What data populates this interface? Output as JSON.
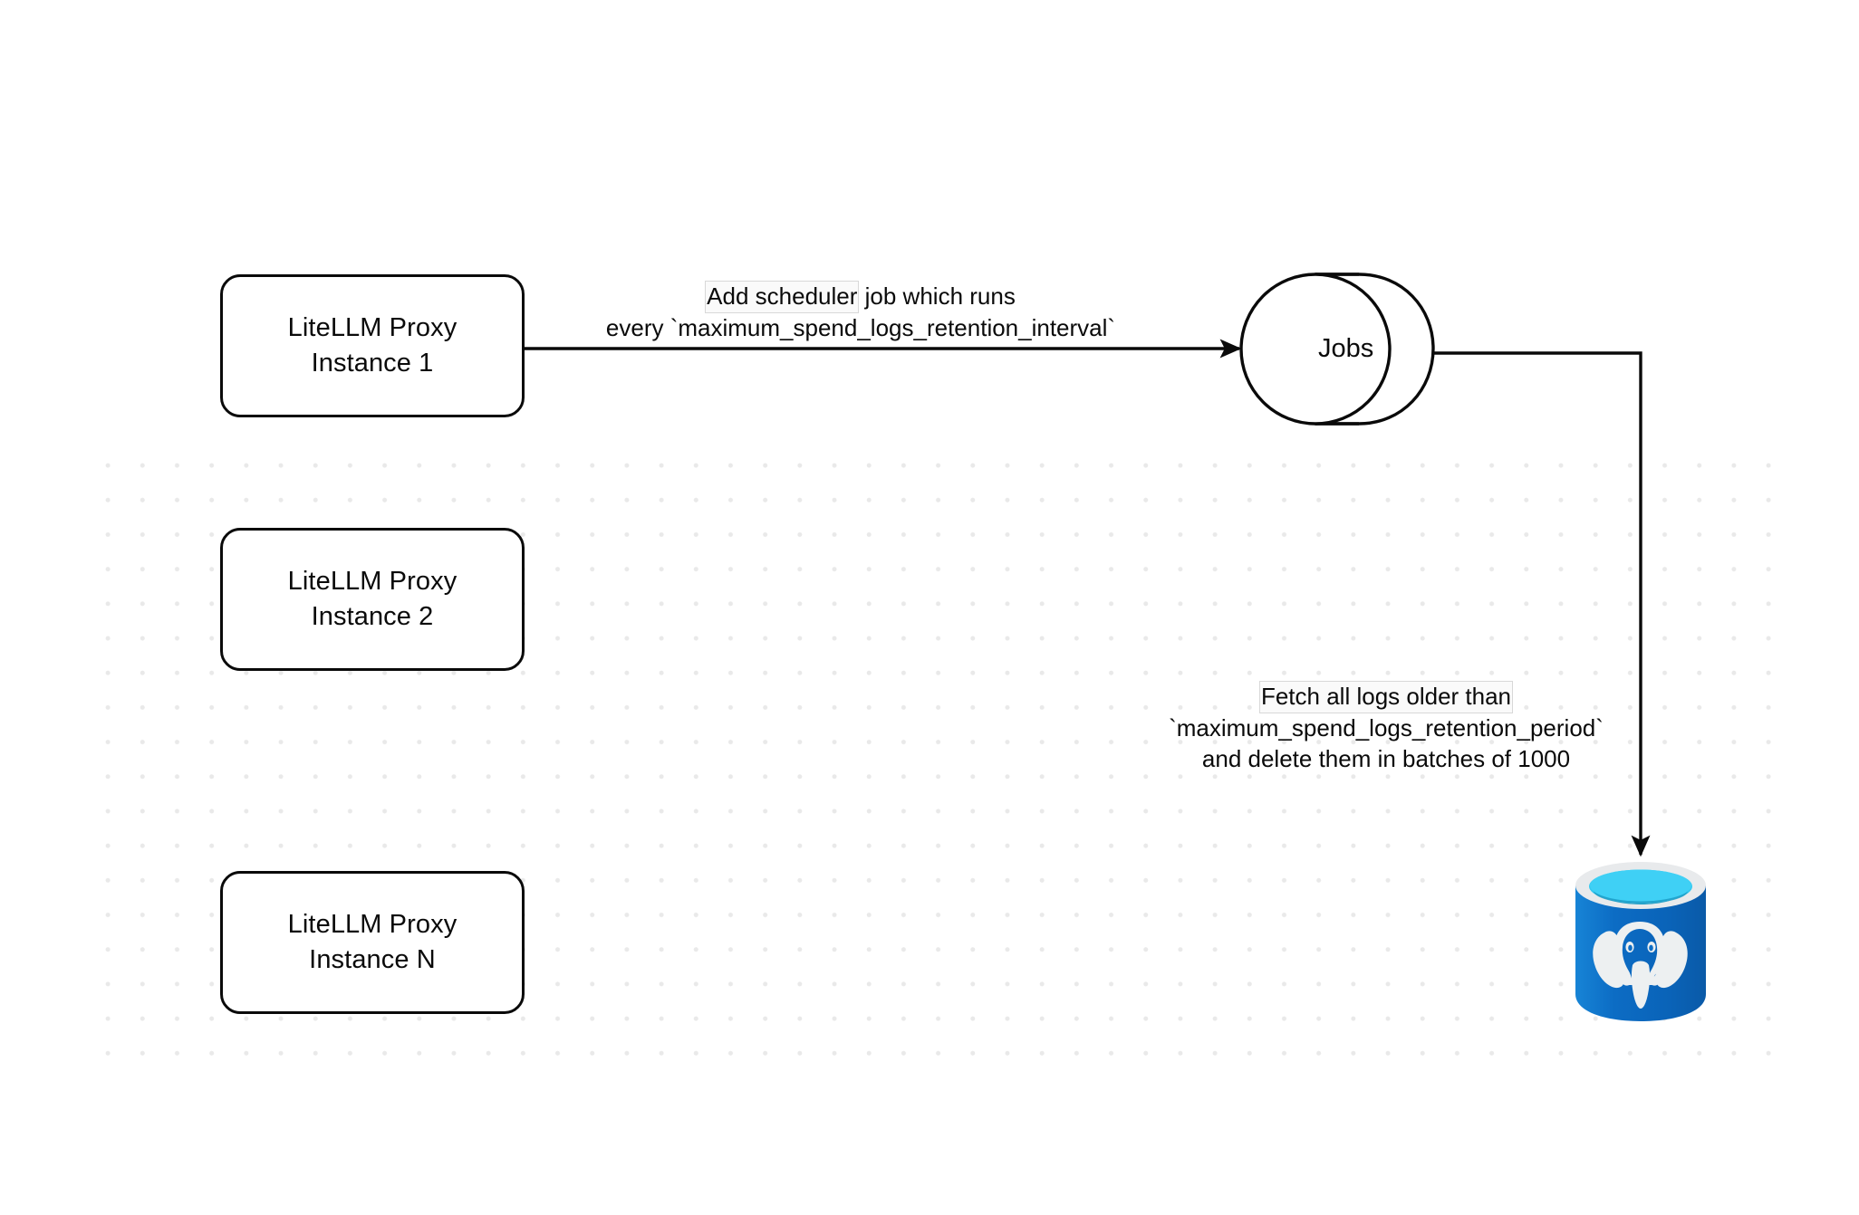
{
  "diagram": {
    "title": "LiteLLM spend-logs retention scheduler flow",
    "background": {
      "canvas_color": "#ffffff",
      "dot_color": "#e9e9e9"
    },
    "stroke_color": "#0a0a0a"
  },
  "nodes": {
    "instance_1": {
      "line1": "LiteLLM Proxy",
      "line2": "Instance 1"
    },
    "instance_2": {
      "line1": "LiteLLM Proxy",
      "line2": "Instance 2"
    },
    "instance_n": {
      "line1": "LiteLLM Proxy",
      "line2": "Instance N"
    },
    "jobs": {
      "label": "Jobs",
      "shape": "cylinder"
    },
    "database": {
      "icon": "postgresql-elephant-icon",
      "body_color": "#0c6cc4",
      "rim_color": "#e8eaec",
      "top_color": "#32c8f0"
    }
  },
  "edges": {
    "scheduler": {
      "line1": "Add scheduler job which runs",
      "line1_highlight": "Add scheduler",
      "line1_rest": " job which runs",
      "line2": "every `maximum_spend_logs_retention_interval`",
      "from": "instance_1",
      "to": "jobs"
    },
    "fetch": {
      "line1": "Fetch all logs older than",
      "line2": "`maximum_spend_logs_retention_period`",
      "line3": "and delete them in batches of 1000",
      "from": "jobs",
      "to": "database"
    }
  }
}
